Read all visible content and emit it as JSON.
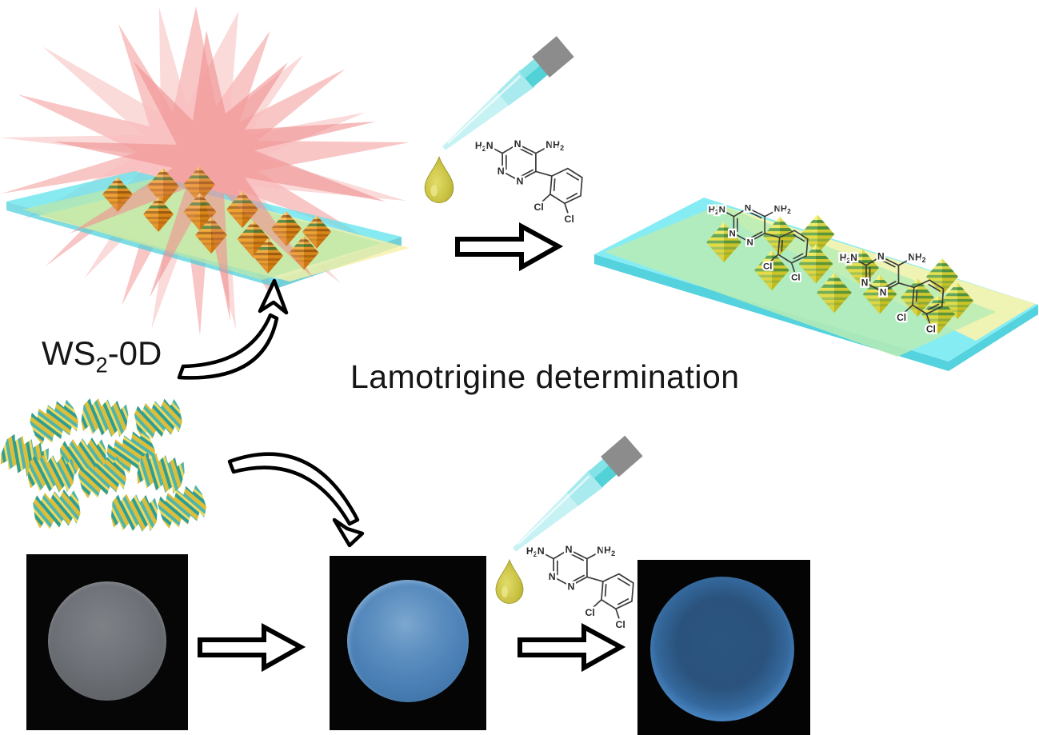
{
  "labels": {
    "ws2": {
      "prefix": "WS",
      "sub": "2",
      "suffix": "-0D"
    },
    "determination": "Lamotrigine determination"
  },
  "molecule": {
    "name": "lamotrigine",
    "nitrogen": "N",
    "chlorine": "Cl",
    "amine_left": {
      "h": "H",
      "sub": "2",
      "n": "N"
    },
    "amine_right": {
      "n": "N",
      "h": "H",
      "sub": "2"
    }
  },
  "icons": {
    "explosion": "starburst-explosion",
    "pipette": "pipette-tip",
    "drop": "sample-drop",
    "block_arrow": "right-block-arrow",
    "curved_arrow_up": "curved-arrow-up",
    "curved_arrow_down": "curved-arrow-down",
    "nanoparticle": "ws2-nanoflake",
    "quantum_dot": "pyramid-quantum-dot"
  },
  "colors": {
    "star_light": "#f8bcbc",
    "star_salmon": "#f19090",
    "slab_cyan": "#7febf3",
    "slab_yellow": "#f8f3ae",
    "slab_green": "#b9ecb4",
    "pyramid_orange": "#f09c1f",
    "pyramid_yellow": "#e3dc33",
    "flake_yellow": "#ddbe3a",
    "flake_teal": "#2d9e96",
    "drop_olive": "#c9c242",
    "pipette_cyan": "#aeeef2",
    "pipette_cap_gray": "#8c8c8c",
    "photo_background": "#050505",
    "disc_gray": "#6e7176",
    "disc_blue": "#4a7fb5",
    "disc_ring_blue": "#4884c1",
    "text": "#161616"
  }
}
